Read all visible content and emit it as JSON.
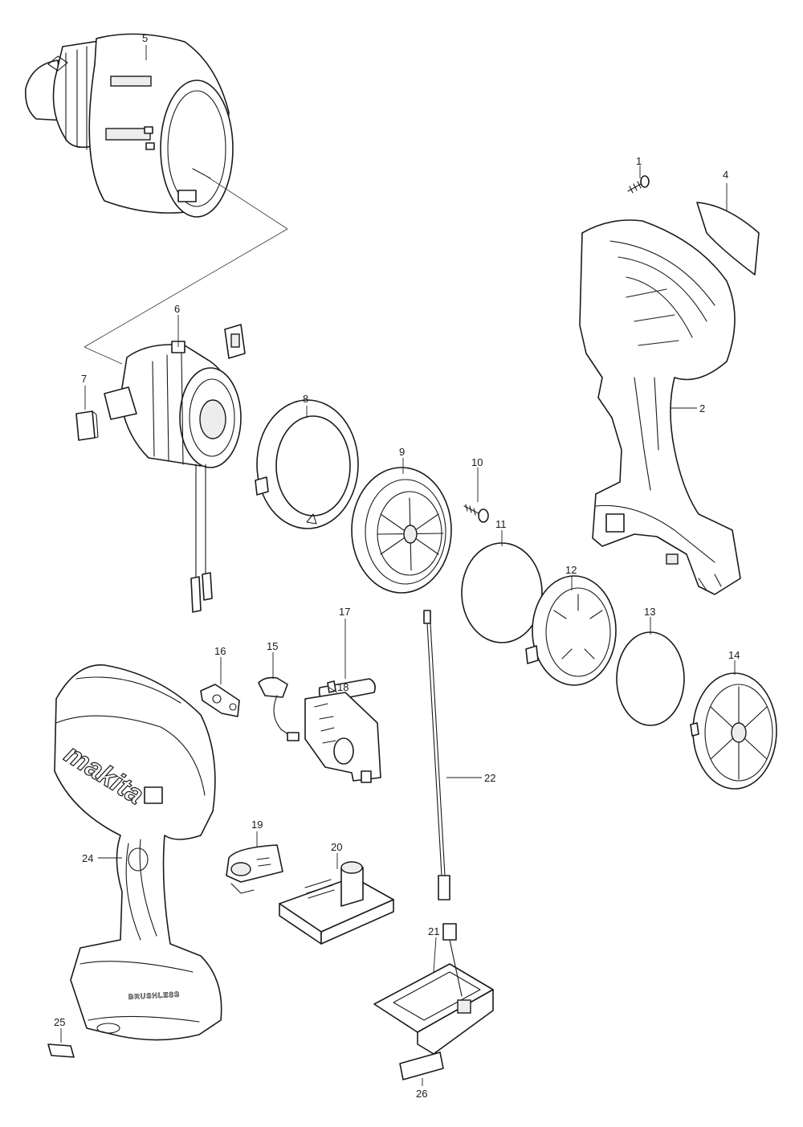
{
  "callouts": [
    "1",
    "2",
    "4",
    "5",
    "6",
    "7",
    "8",
    "9",
    "10",
    "11",
    "12",
    "13",
    "14",
    "15",
    "16",
    "17",
    "18",
    "19",
    "20",
    "21",
    "22",
    "24",
    "25",
    "26"
  ],
  "housing_logo": "makita",
  "housing_lettering": "BRUSHLESS"
}
